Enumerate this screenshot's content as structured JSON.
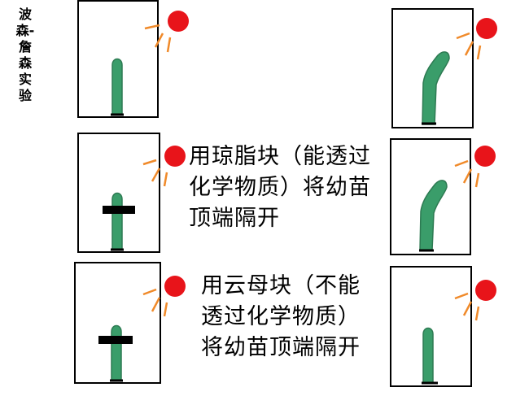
{
  "title": "波森-詹森实验",
  "captions": {
    "agar": "用琼脂块（能透过化学物质）将幼苗顶端隔开",
    "mica": "用云母块（不能透过化学物质）将幼苗顶端隔开"
  },
  "colors": {
    "seedling": "#3a9d6a",
    "seedling_outline": "#2d7a52",
    "sun": "#e8141a",
    "rays": "#f08a2a",
    "block": "#000000",
    "frame": "#000000"
  },
  "icons": {
    "light_source": "sun-icon",
    "plant": "seedling-icon",
    "barrier": "block-icon"
  }
}
